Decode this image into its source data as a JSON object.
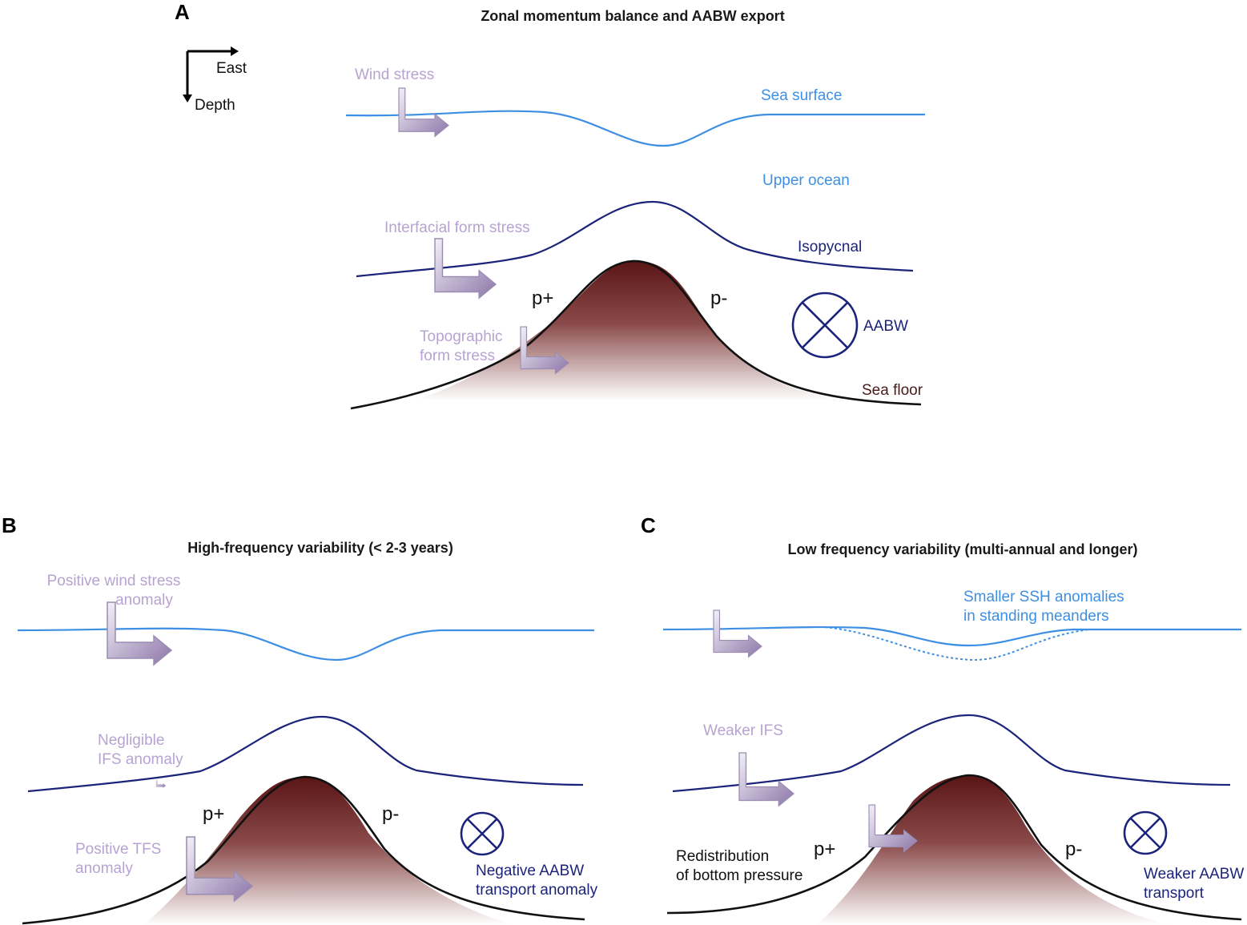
{
  "panel_a": {
    "letter": "A",
    "title": "Zonal momentum balance and AABW export",
    "axis_east": "East",
    "axis_depth": "Depth",
    "wind_stress": "Wind stress",
    "sea_surface": "Sea surface",
    "upper_ocean": "Upper ocean",
    "interfacial_form_stress": "Interfacial form stress",
    "isopycnal": "Isopycnal",
    "p_plus": "p+",
    "p_minus": "p-",
    "topographic_line1": "Topographic",
    "topographic_line2": "form stress",
    "aabw": "AABW",
    "sea_floor": "Sea floor"
  },
  "panel_b": {
    "letter": "B",
    "title": "High-frequency variability (< 2-3 years)",
    "wind_line1": "Positive wind stress",
    "wind_line2": "anomaly",
    "ifs_line1": "Negligible",
    "ifs_line2": "IFS anomaly",
    "tfs_line1": "Positive TFS",
    "tfs_line2": "anomaly",
    "p_plus": "p+",
    "p_minus": "p-",
    "aabw_line1": "Negative AABW",
    "aabw_line2": "transport anomaly"
  },
  "panel_c": {
    "letter": "C",
    "title": "Low frequency variability (multi-annual and longer)",
    "ssh_line1": "Smaller SSH anomalies",
    "ssh_line2": "in standing meanders",
    "ifs": "Weaker IFS",
    "redistrib_line1": "Redistribution",
    "redistrib_line2": "of bottom pressure",
    "p_plus": "p+",
    "p_minus": "p-",
    "aabw_line1": "Weaker AABW",
    "aabw_line2": "transport"
  },
  "colors": {
    "stress_arrow": "#b7a3d2",
    "sea_surface": "#3d8fe3",
    "isopycnal": "#1b237a",
    "topography_top": "#5a1515",
    "topography_bottom": "#ffffff"
  },
  "icons": [
    "circled-x-icon",
    "l-shaped-arrow-icon",
    "axis-arrow-icon"
  ]
}
